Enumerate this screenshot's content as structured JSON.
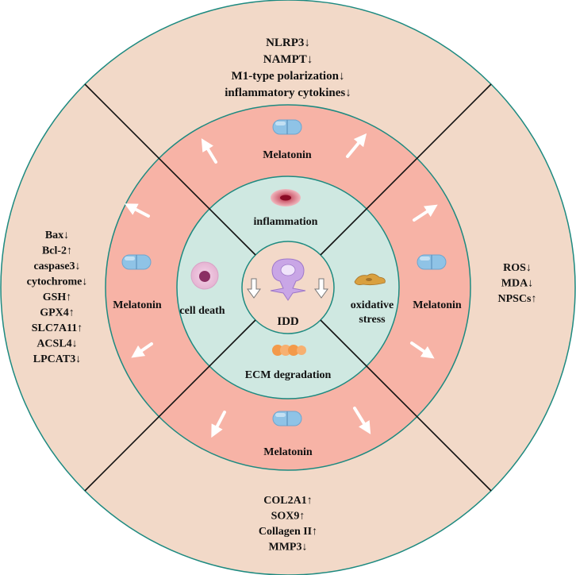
{
  "center": {
    "label": "IDD"
  },
  "mechanisms": {
    "top": "inflammation",
    "left": "cell death",
    "right_line1": "oxidative",
    "right_line2": "stress",
    "bottom": "ECM degradation"
  },
  "drug_label": "Melatonin",
  "outcomes": {
    "top": [
      "NLRP3↓",
      "NAMPT↓",
      "M1-type polarization↓",
      "inflammatory cytokines↓"
    ],
    "left": [
      "Bax↓",
      "Bcl-2↑",
      "caspase3↓",
      "cytochrome↓",
      "GSH↑",
      "GPX4↑",
      "SLC7A11↑",
      "ACSL4↓",
      "LPCAT3↓"
    ],
    "right": [
      "ROS↓",
      "MDA↓",
      "NPSCs↑"
    ],
    "bottom": [
      "COL2A1↑",
      "SOX9↑",
      "Collagen II↑",
      "MMP3↓"
    ]
  },
  "colors": {
    "outer_ring": "#f2d9c8",
    "middle_ring": "#f7b3a6",
    "inner_ring": "#cfe8e1",
    "core": "#f3d9c9",
    "ring_stroke": "#1d8a80",
    "pill": "#8fc3e6",
    "arrow": "#ffffff"
  },
  "icons": {
    "pill": "pill-icon",
    "inflammation": "inflamed-tissue-icon",
    "cell_death": "dying-cell-icon",
    "oxidative_stress": "damaged-cell-icon",
    "ecm": "ecm-fiber-icon",
    "disc": "intervertebral-disc-icon"
  }
}
